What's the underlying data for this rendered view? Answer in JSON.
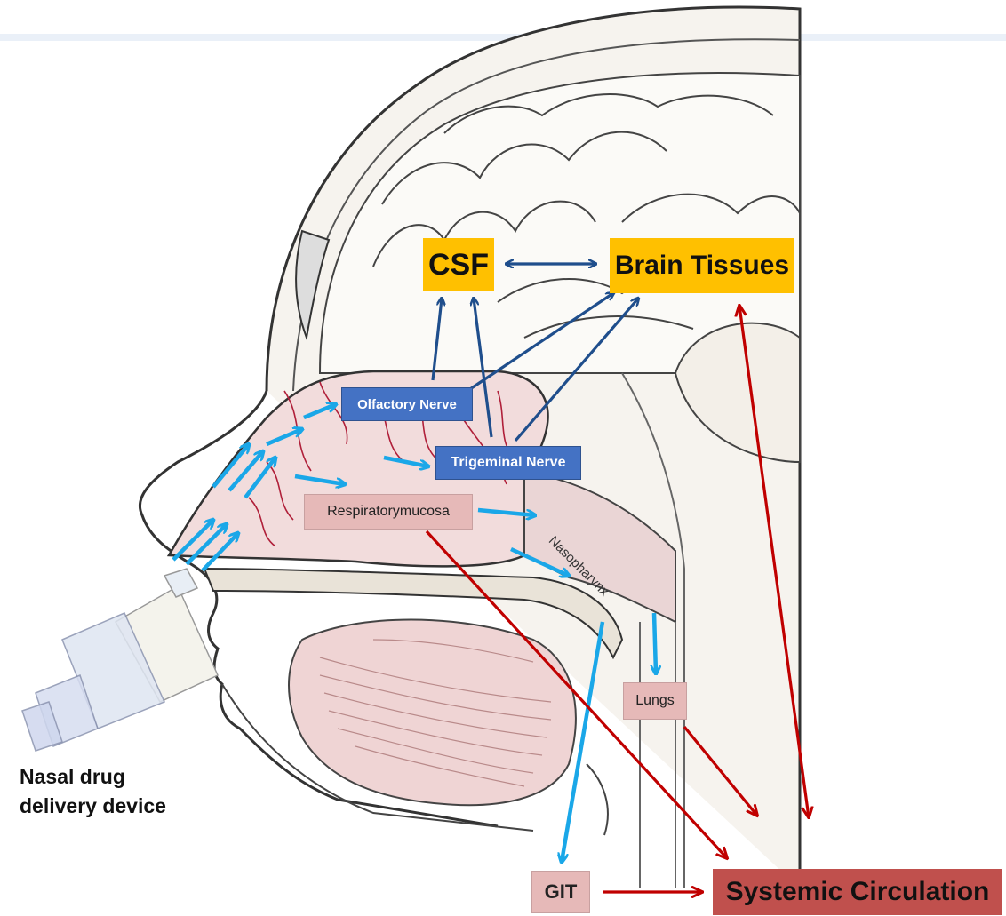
{
  "labels": {
    "csf": "CSF",
    "brain_tissues": "Brain Tissues",
    "olfactory_nerve": "Olfactory Nerve",
    "trigeminal_nerve": "Trigeminal Nerve",
    "respiratory_mucosa": "Respiratorymucosa",
    "nasopharynx": "Nasopharynx",
    "lungs": "Lungs",
    "git": "GIT",
    "systemic_circulation": "Systemic Circulation",
    "device_line1": "Nasal drug",
    "device_line2": "delivery device"
  },
  "colors": {
    "csf_box": "#ffc000",
    "nerve_box": "#4472c4",
    "mucosa_box": "#e6b9b8",
    "systemic_box": "#c0504d",
    "arrow_dark_blue": "#1f4e8c",
    "arrow_light_blue": "#1aa7e8",
    "arrow_red": "#c00000",
    "tissue_pink": "#f2dcdc",
    "blood_vessel": "#b0203a"
  }
}
